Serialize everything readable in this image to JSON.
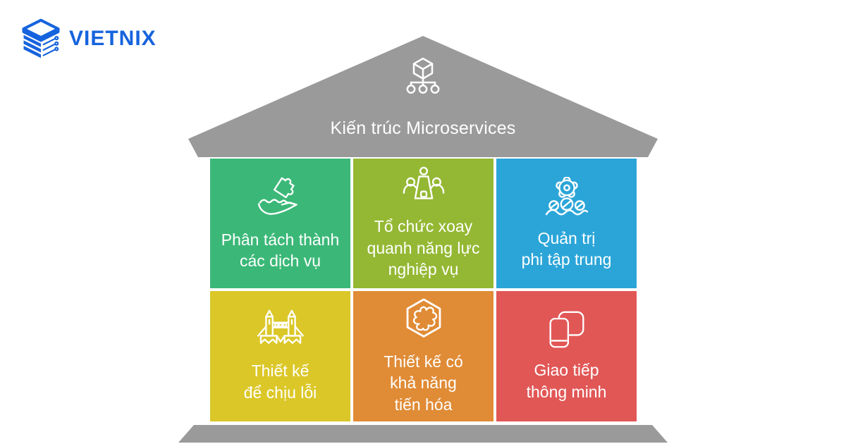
{
  "brand": {
    "name": "VIETNIX",
    "logo_icon": "vietnix-layers-icon",
    "color": "#1663DE"
  },
  "roof": {
    "title": "Kiến trúc Microservices",
    "icon": "distributed-service-icon",
    "color": "#9A9A9B",
    "text_color": "#FFFFFF"
  },
  "cells": [
    {
      "label": "Phân tách thành\ncác dịch vụ",
      "icon": "hand-puzzle-icon",
      "color": "#3BB878"
    },
    {
      "label": "Tổ chức xoay\nquanh năng lực\nnghiệp vụ",
      "icon": "team-meeting-icon",
      "color": "#94B833"
    },
    {
      "label": "Quản trị\nphi tập trung",
      "icon": "gear-people-icon",
      "color": "#2BA5D8"
    },
    {
      "label": "Thiết kế\nđể chịu lỗi",
      "icon": "tower-bridge-icon",
      "color": "#DBC728"
    },
    {
      "label": "Thiết kế có\nkhả năng\ntiến hóa",
      "icon": "hexagon-coral-icon",
      "color": "#E08B35"
    },
    {
      "label": "Giao tiếp\nthông minh",
      "icon": "smart-devices-icon",
      "color": "#E15756"
    }
  ],
  "base": {
    "color": "#9A9A9B"
  }
}
